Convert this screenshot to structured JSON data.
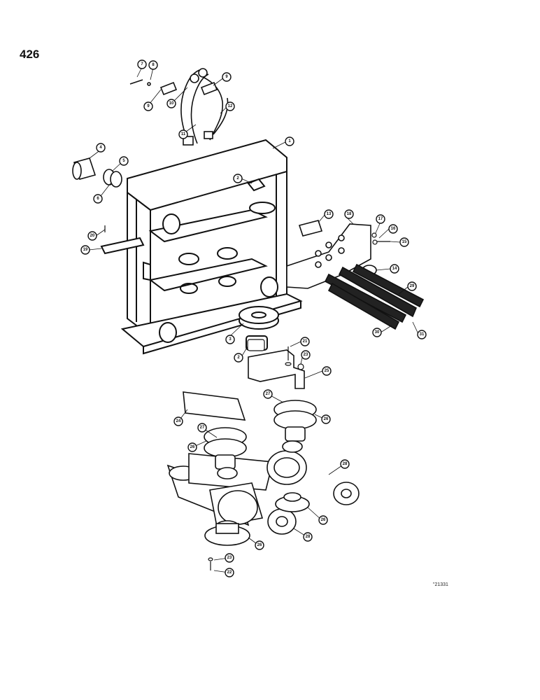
{
  "page_number": "426",
  "figure_code": "\"21331",
  "callouts": [
    {
      "id": "c7",
      "label": "7"
    },
    {
      "id": "c8",
      "label": "8"
    },
    {
      "id": "c9a",
      "label": "9"
    },
    {
      "id": "c9b",
      "label": "9"
    },
    {
      "id": "c10",
      "label": "10"
    },
    {
      "id": "c11",
      "label": "11"
    },
    {
      "id": "c12",
      "label": "12"
    },
    {
      "id": "c1",
      "label": "1"
    },
    {
      "id": "c4",
      "label": "4"
    },
    {
      "id": "c5",
      "label": "5"
    },
    {
      "id": "c6",
      "label": "6"
    },
    {
      "id": "c2a",
      "label": "2"
    },
    {
      "id": "c20",
      "label": "20"
    },
    {
      "id": "c19",
      "label": "19"
    },
    {
      "id": "c13",
      "label": "13"
    },
    {
      "id": "c18",
      "label": "18"
    },
    {
      "id": "c17",
      "label": "17"
    },
    {
      "id": "c16",
      "label": "16"
    },
    {
      "id": "c15",
      "label": "15"
    },
    {
      "id": "c14",
      "label": "14"
    },
    {
      "id": "c29a",
      "label": "29"
    },
    {
      "id": "c30",
      "label": "30"
    },
    {
      "id": "c31",
      "label": "31"
    },
    {
      "id": "c3",
      "label": "3"
    },
    {
      "id": "c2b",
      "label": "2"
    },
    {
      "id": "c21",
      "label": "21"
    },
    {
      "id": "c23a",
      "label": "23"
    },
    {
      "id": "c25",
      "label": "25"
    },
    {
      "id": "c27a",
      "label": "27"
    },
    {
      "id": "c24",
      "label": "24"
    },
    {
      "id": "c26a",
      "label": "26"
    },
    {
      "id": "c27b",
      "label": "27"
    },
    {
      "id": "c26b",
      "label": "26"
    },
    {
      "id": "c28a",
      "label": "28"
    },
    {
      "id": "c26c",
      "label": "26"
    },
    {
      "id": "c26d",
      "label": "26"
    },
    {
      "id": "c28b",
      "label": "28"
    },
    {
      "id": "c23b",
      "label": "23"
    },
    {
      "id": "c22",
      "label": "22"
    }
  ]
}
